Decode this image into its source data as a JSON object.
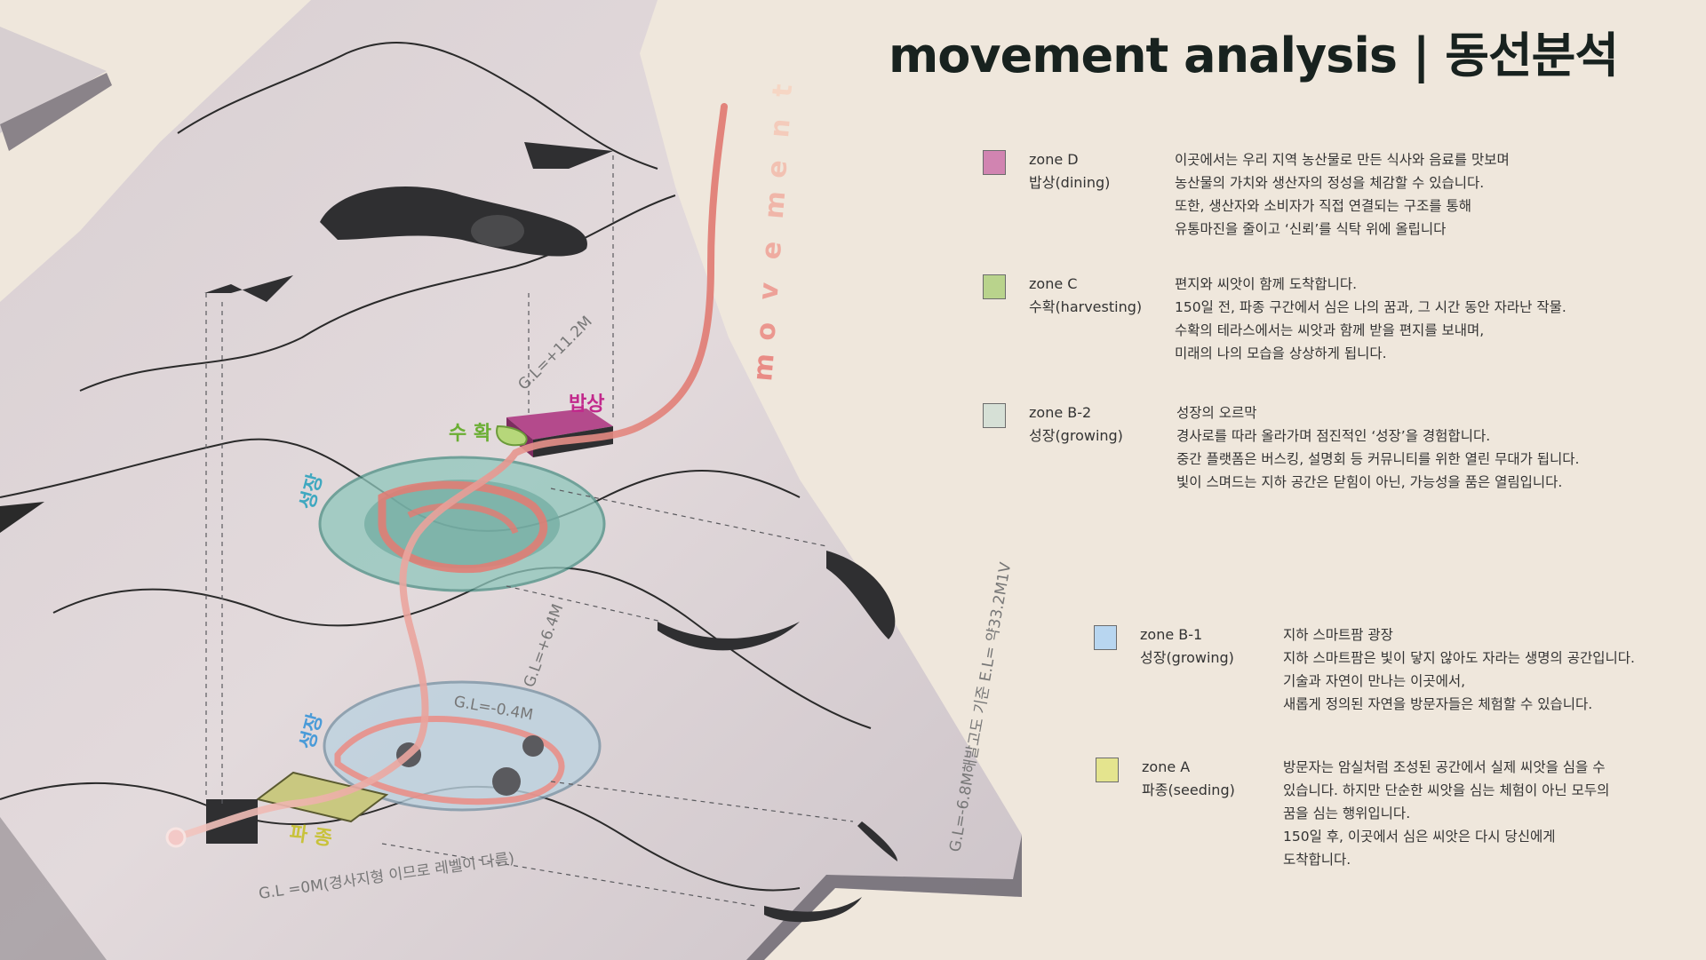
{
  "title": "movement analysis  |  동선분석",
  "diagram": {
    "movement_word": "movement",
    "labels": {
      "dining": "밥상",
      "harvesting": "수 확",
      "growing_upper": "성장",
      "growing_lower": "성장",
      "seeding": "파 종"
    },
    "levels": {
      "gl_top": "G.L=+11.2M",
      "gl_mid": "G.L=+6.4M",
      "gl_low": "G.L=-0.4M",
      "gl_base": "G.L =0M(경사지형 이므로 레벨이 다름)",
      "el_side": "G.L=-6.8M해발고도 기준 E.L= 약33.2M1V"
    }
  },
  "zones": [
    {
      "id": "zone-d",
      "color": "#d184b1",
      "name": [
        "zone D",
        "밥상(dining)"
      ],
      "desc": [
        "이곳에서는 우리 지역 농산물로 만든 식사와 음료를 맛보며",
        "농산물의 가치와 생산자의 정성을 체감할 수 있습니다.",
        "또한, 생산자와 소비자가 직접 연결되는 구조를 통해",
        "유통마진을 줄이고 ‘신뢰’를 식탁 위에 올립니다"
      ]
    },
    {
      "id": "zone-c",
      "color": "#b9d38c",
      "name": [
        "zone C",
        "수확(harvesting)"
      ],
      "desc": [
        "편지와 씨앗이 함께 도착합니다.",
        "150일 전, 파종 구간에서 심은 나의 꿈과, 그 시간 동안 자라난  작물.",
        "수확의 테라스에서는 씨앗과 함께 받을 편지를 보내며,",
        "미래의 나의 모습을 상상하게 됩니다."
      ]
    },
    {
      "id": "zone-b2",
      "color": "#d6e0d6",
      "name": [
        "zone B-2",
        "성장(growing)"
      ],
      "desc": [
        "성장의 오르막",
        "경사로를 따라 올라가며 점진적인 ‘성장’을 경험합니다.",
        "중간 플랫폼은 버스킹, 설명회 등 커뮤니티를 위한 열린 무대가 됩니다.",
        "빛이 스며드는 지하 공간은 닫힘이 아닌, 가능성을 품은 열림입니다."
      ]
    },
    {
      "id": "zone-b1",
      "color": "#b8d6f0",
      "name": [
        "zone B-1",
        "성장(growing)"
      ],
      "desc": [
        "지하 스마트팜 광장",
        "지하 스마트팜은 빛이 닿지 않아도 자라는 생명의 공간입니다.",
        "기술과 자연이 만나는 이곳에서,",
        "새롭게 정의된 자연을 방문자들은 체험할 수 있습니다."
      ]
    },
    {
      "id": "zone-a",
      "color": "#e4e48e",
      "name": [
        "zone A",
        "파종(seeding)"
      ],
      "desc": [
        "방문자는 암실처럼 조성된 공간에서  실제 씨앗을 심을 수",
        "있습니다. 하지만  단순한 씨앗을 심는 체험이 아닌 모두의",
        "꿈을 심는 행위입니다.",
        "150일 후, 이곳에서 심은 씨앗은 다시 당신에게",
        "도착합니다."
      ]
    }
  ]
}
